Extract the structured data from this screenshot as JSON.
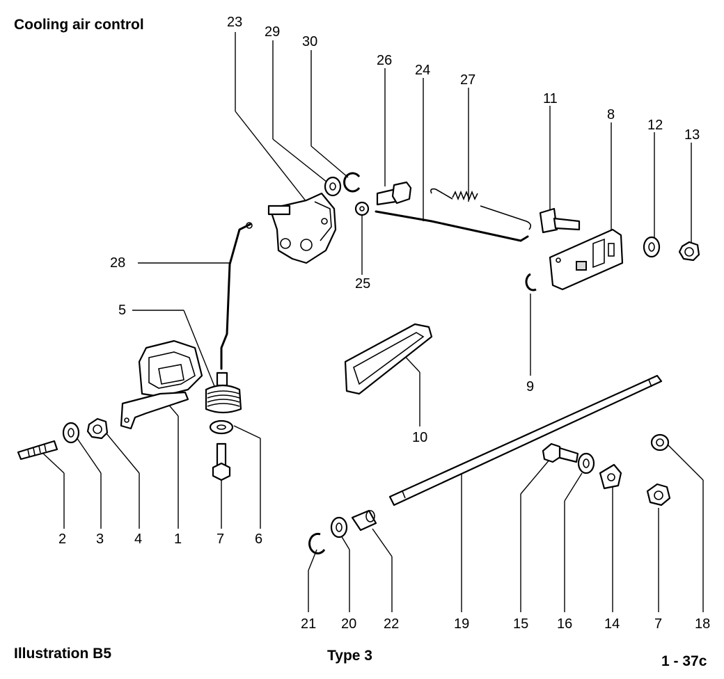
{
  "header": {
    "title": "Cooling air control"
  },
  "footer": {
    "illustration": "Illustration  B5",
    "type": "Type 3",
    "page": "1 - 37c"
  },
  "callouts": {
    "c1": "1",
    "c2": "2",
    "c3": "3",
    "c4": "4",
    "c5": "5",
    "c6": "6",
    "c7a": "7",
    "c7b": "7",
    "c8": "8",
    "c9": "9",
    "c10": "10",
    "c11": "11",
    "c12": "12",
    "c13": "13",
    "c14": "14",
    "c15": "15",
    "c16": "16",
    "c18": "18",
    "c19": "19",
    "c20": "20",
    "c21": "21",
    "c22": "22",
    "c23": "23",
    "c24": "24",
    "c25": "25",
    "c26": "26",
    "c27": "27",
    "c28": "28",
    "c29": "29",
    "c30": "30"
  }
}
